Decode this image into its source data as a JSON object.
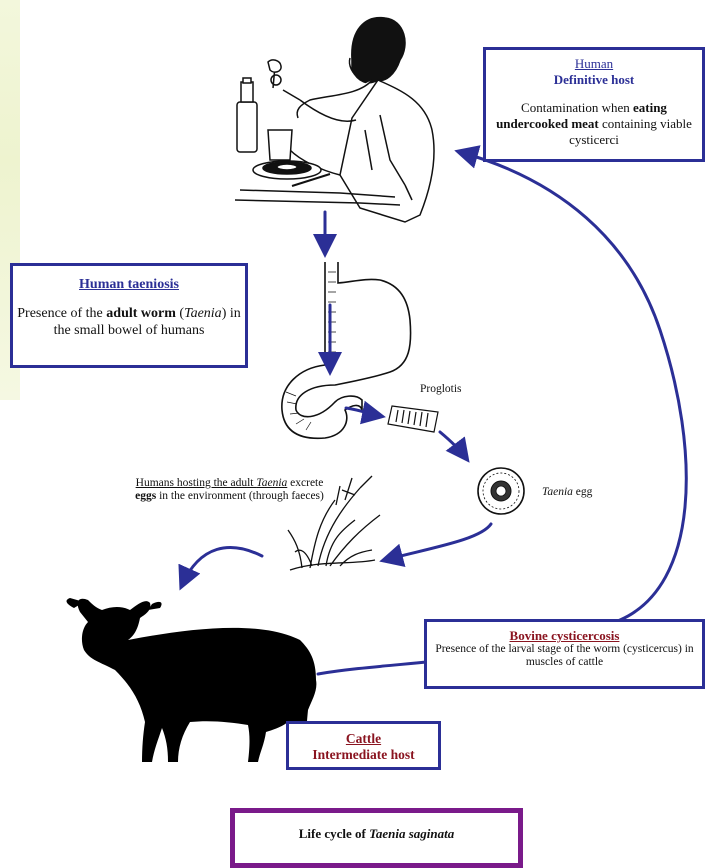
{
  "host_box": {
    "title": "Human",
    "subtitle": "Definitive host",
    "text_1": "Contamination when ",
    "text_bold": "eating undercooked meat",
    "text_2": " containing viable cysticerci"
  },
  "taeniosis_box": {
    "title": "Human taeniosis",
    "text_1": "Presence of the ",
    "text_bold": "adult worm",
    "text_2": " (",
    "text_italic": "Taenia",
    "text_3": ") in the small bowel of humans"
  },
  "bovine_box": {
    "title": "Bovine cysticercosis",
    "text": "Presence of the larval stage of the worm (cysticercus) in muscles of cattle"
  },
  "cattle_box": {
    "title": "Cattle",
    "subtitle": "Intermediate host"
  },
  "caption": {
    "text": "Life cycle of ",
    "italic": "Taenia saginata"
  },
  "labels": {
    "proglotis": "Proglotis",
    "egg_italic": "Taenia",
    "egg_text": " egg",
    "humans_1": "Humans hosting the adult ",
    "humans_italic": "Taenia",
    "humans_2": " excrete ",
    "humans_bold": "eggs",
    "humans_3": " in the environment (through faeces)"
  },
  "colors": {
    "arrow": "#2b2f96",
    "box_border": "#2b2f96",
    "cattle_title": "#8a1420",
    "caption_border": "#7a1a8a"
  }
}
